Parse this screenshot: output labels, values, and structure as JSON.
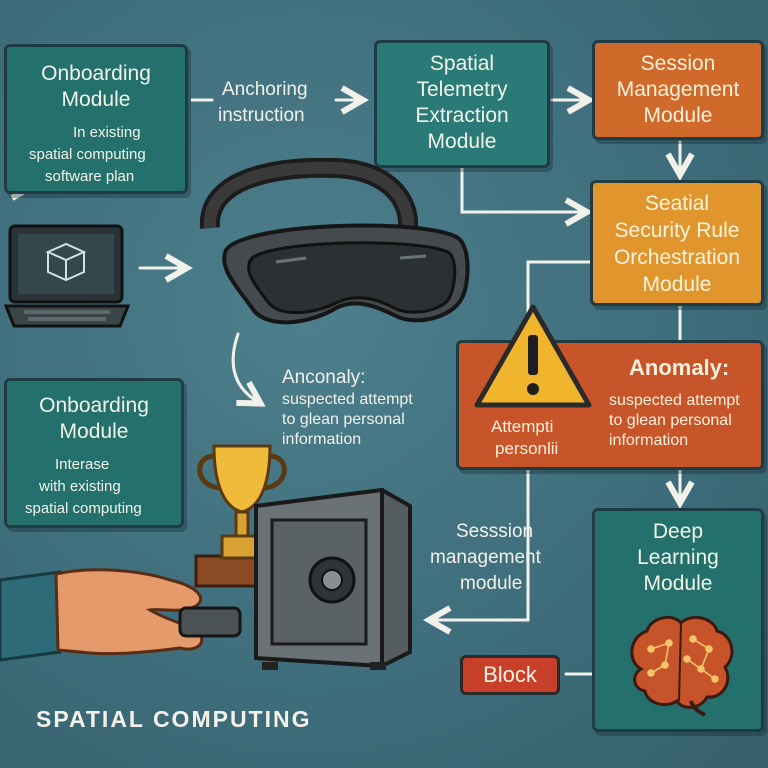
{
  "colors": {
    "background": "#3f6e7c",
    "teal_box": "#23706c",
    "orange_box": "#d06a2a",
    "amber_box": "#e0962c",
    "red_box": "#c8552a",
    "block_button": "#c9402a"
  },
  "onboarding_top": {
    "title_line1": "Onboarding",
    "title_line2": "Module",
    "note_line1": "In existing",
    "note_line2": "spatial computing",
    "note_line3": "software plan"
  },
  "anchoring_label": {
    "line1": "Anchoring",
    "line2": "instruction"
  },
  "telemetry_box": {
    "line1": "Spatial",
    "line2": "Telemetry",
    "line3": "Extraction",
    "line4": "Module"
  },
  "session_box": {
    "line1": "Session",
    "line2": "Management",
    "line3": "Module"
  },
  "security_box": {
    "line1": "Seatial",
    "line2": "Security Rule",
    "line3": "Orchestration",
    "line4": "Module"
  },
  "anomaly_left": {
    "title": "Anconaly:",
    "line1": "suspected attempt",
    "line2": "to glean personal",
    "line3": "information"
  },
  "onboarding_bottom": {
    "title_line1": "Onboarding",
    "title_line2": "Module",
    "note_line1": "Interase",
    "note_line2": "with existing",
    "note_line3": "spatial computing"
  },
  "anomaly_box": {
    "left_line1": "Attempti",
    "left_line2": "personlii",
    "title": "Anomaly:",
    "line1": "suspected attempt",
    "line2": "to glean personal",
    "line3": "information"
  },
  "session_label": {
    "line1": "Sesssion",
    "line2": "management",
    "line3": "module"
  },
  "deep_box": {
    "line1": "Deep",
    "line2": "Learning",
    "line3": "Module"
  },
  "block_label": "Block",
  "footer": "SPATIAL COMPUTING",
  "icons": [
    "laptop-icon",
    "vr-headset-icon",
    "warning-icon",
    "trophy-icon",
    "safe-icon",
    "hand-icon",
    "brain-icon"
  ]
}
